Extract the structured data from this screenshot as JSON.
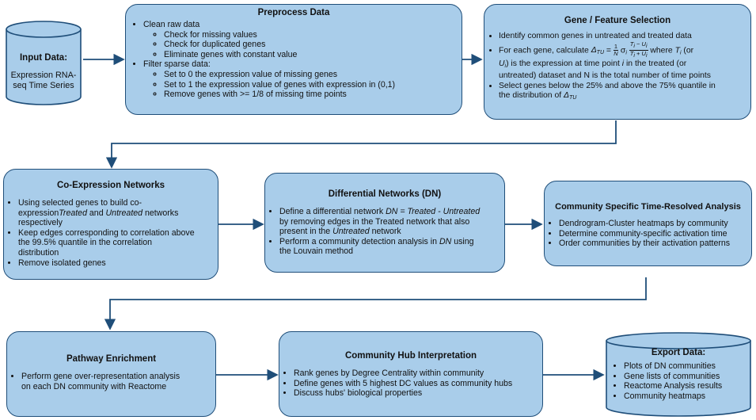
{
  "input": {
    "title": "Input Data:",
    "lines": [
      "Expression RNA-",
      "seq Time Series"
    ]
  },
  "preprocess": {
    "title": "Preprocess Data",
    "clean": "Clean raw data",
    "clean_items": [
      "Check for missing values",
      "Check for duplicated genes",
      "Eliminate genes with constant value"
    ],
    "filter": "Filter sparse data:",
    "filter_items": [
      "Set to 0 the expression value of missing genes",
      "Set to 1 the expression value of genes with expression in (0,1)",
      "Remove genes with >= 1/8 of missing time points"
    ]
  },
  "gene": {
    "title": "Gene / Feature Selection",
    "b1": "Identify common genes in untreated and treated data",
    "b2a": "For each gene, calculate",
    "b2b": "where",
    "b2c": "(or",
    "b2d": ") is the expression at time point",
    "b2e": "in the treated  (or",
    "b2f": "untreated) dataset and N is the total number of time points",
    "b3a": "Select genes below the 25% and above the 75% quantile in",
    "b3b": "the distribution of",
    "sym_delta": "Δ",
    "sym_tu": "TU",
    "sym_T": "T",
    "sym_U": "U",
    "sym_i": "i",
    "sym_N": "N",
    "sym_one": "1",
    "sym_sigma": "σ",
    "frac_num": "T",
    "frac_den": "T",
    "minus": " − ",
    "plus": " + ",
    "eq": " = "
  },
  "coexp": {
    "title": "Co-Expression Networks",
    "b1a": "Using selected genes to build co-",
    "b1b": "expression",
    "b1c": "Treated",
    "b1d": " and ",
    "b1e": "Untreated",
    "b1f": " networks",
    "b1g": "respectively",
    "b2a": "Keep edges corresponding to correlation above",
    "b2b": "the  99.5% quantile in the correlation",
    "b2c": "distribution",
    "b3": "Remove isolated genes"
  },
  "diff": {
    "title": "Differential Networks (DN)",
    "b1a": "Define a differential network ",
    "b1b": "DN = Treated - Untreated",
    "b1c": "by removing edges in the Treated network that also",
    "b1d": "present in the ",
    "b1e": "Untreated",
    "b1f": " network",
    "b2a": "Perform a community detection analysis in ",
    "b2b": "DN",
    "b2c": " using",
    "b2d": "the Louvain method"
  },
  "community": {
    "title": "Community Specific Time-Resolved Analysis",
    "items": [
      "Dendrogram-Cluster heatmaps by community",
      "Determine community-specific activation time",
      "Order communities by their activation patterns"
    ]
  },
  "pathway": {
    "title": "Pathway Enrichment",
    "b1a": "Perform gene over-representation analysis",
    "b1b": "on each DN community with Reactome"
  },
  "hub": {
    "title": "Community Hub Interpretation",
    "items": [
      "Rank genes by Degree Centrality within community",
      "Define genes with 5 highest DC values as community hubs",
      "Discuss hubs' biological properties"
    ]
  },
  "export": {
    "title": "Export Data:",
    "items": [
      "Plots of DN communities",
      "Gene lists of communities",
      "Reactome Analysis results",
      "Community heatmaps"
    ]
  },
  "colors": {
    "box_fill": "#a9cdea",
    "border": "#1f4e79",
    "arrow": "#1f4e79"
  }
}
